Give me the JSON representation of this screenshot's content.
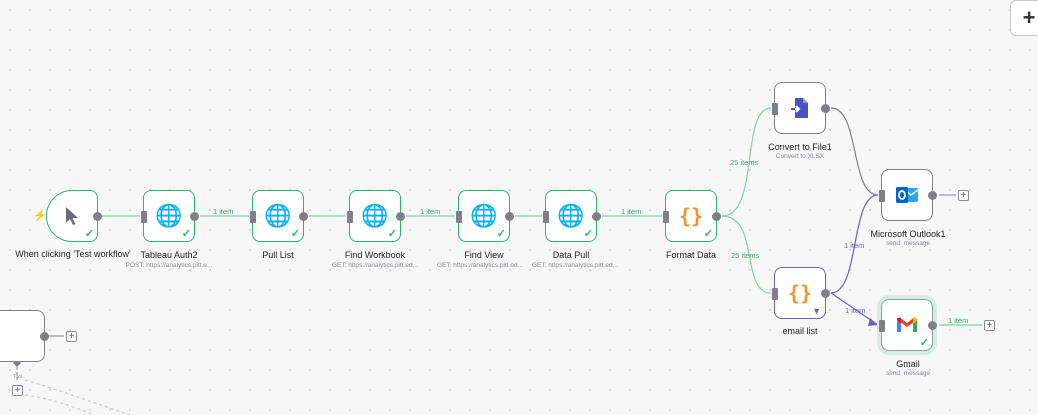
{
  "toolbar": {
    "add_node_label": "+"
  },
  "nodes": {
    "trigger": {
      "label": "When clicking 'Test workflow'",
      "icon": "cursor-arrow-icon"
    },
    "tableau_auth": {
      "label": "Tableau Auth2",
      "subtitle": "POST: https://analytics.pitt.e...",
      "icon": "globe-icon"
    },
    "pull_list": {
      "label": "Pull List",
      "icon": "globe-icon"
    },
    "find_workbook": {
      "label": "Find Workbook",
      "subtitle": "GET: https://analytics.pitt.ed...",
      "icon": "globe-icon"
    },
    "find_view": {
      "label": "Find View",
      "subtitle": "GET: https://analytics.pitt.ed...",
      "icon": "globe-icon"
    },
    "data_pull": {
      "label": "Data Pull",
      "subtitle": "GET: https://analytics.pitt.ed...",
      "icon": "globe-icon"
    },
    "format_data": {
      "label": "Format Data",
      "icon": "braces-icon"
    },
    "convert_file": {
      "label": "Convert to File1",
      "subtitle": "Convert to XLSX",
      "icon": "file-convert-icon"
    },
    "email_list": {
      "label": "email list",
      "icon": "braces-icon"
    },
    "outlook": {
      "label": "Microsoft Outlook1",
      "subtitle": "send: message",
      "icon": "outlook-icon"
    },
    "gmail": {
      "label": "Gmail",
      "subtitle": "send: message",
      "icon": "gmail-icon"
    }
  },
  "edge_labels": {
    "auth_to_pull": "1 item",
    "workbook_to_view": "1 item",
    "pull_to_format": "1 item",
    "format_to_convert": "25 items",
    "format_to_email": "25 items",
    "email_to_outlook": "1 item",
    "email_to_gmail": "1 item",
    "gmail_out": "1 item"
  },
  "misc": {
    "tool_tag": "Tool",
    "check_mark": "✓",
    "plus_glyph": "+",
    "pin_glyph": "📌"
  },
  "colors": {
    "success": "#2fb36b",
    "pinned": "#6c5fc7",
    "neutral": "#7f7f88",
    "error_bolt": "#ea4b4b"
  }
}
